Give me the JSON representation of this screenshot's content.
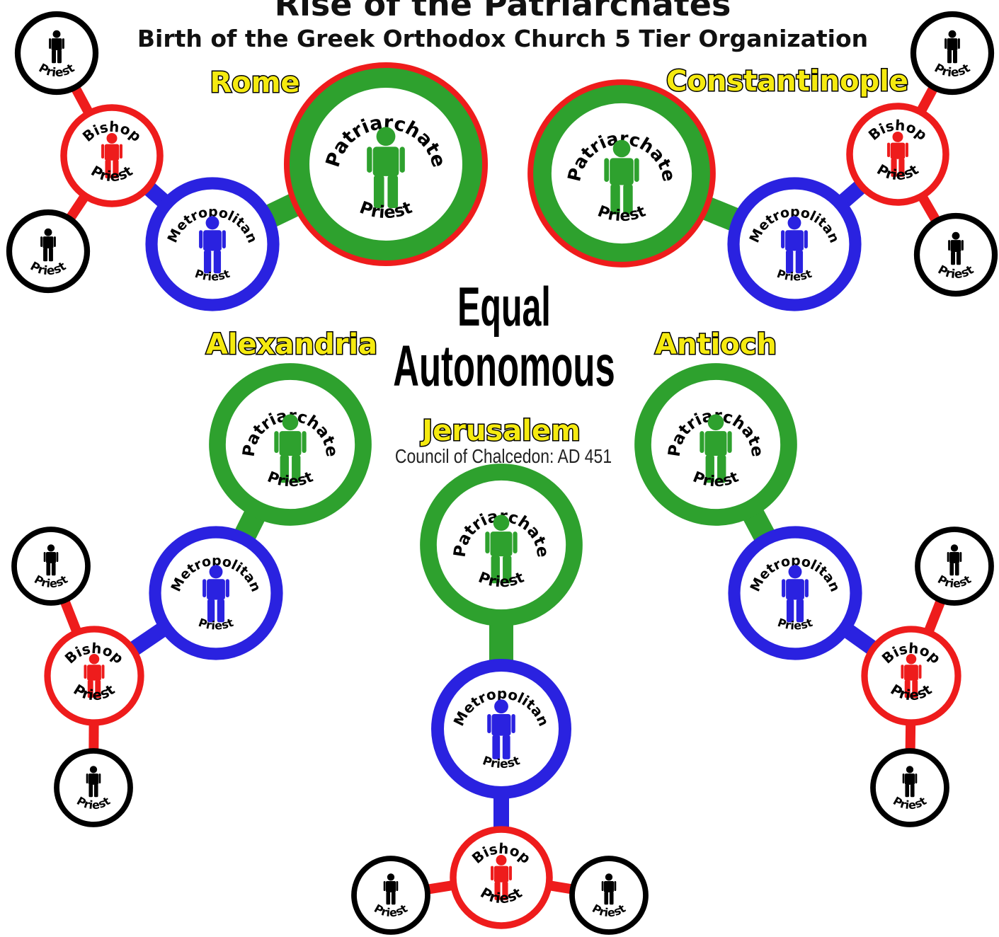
{
  "header": {
    "title": "Rise of the Patriarchates",
    "subtitle": "Birth of the Greek Orthodox Church 5 Tier Organization"
  },
  "center": {
    "line1": "Equal",
    "line2": "Autonomous",
    "council": "Council of Chalcedon: AD 451"
  },
  "roles": {
    "patriarchate": "Patriarchate",
    "metropolitan": "Metropolitan",
    "bishop": "Bishop",
    "priest": "Priest"
  },
  "colors": {
    "patriarchate": "#2ea12e",
    "metropolitan": "#2a22e0",
    "bishop": "#ee1c1c",
    "priest": "#000000",
    "label_fill": "#f5ea10"
  },
  "patriarchates": [
    {
      "id": "rome",
      "name": "Rome",
      "red_ring": true
    },
    {
      "id": "constantinople",
      "name": "Constantinople",
      "red_ring": true
    },
    {
      "id": "alexandria",
      "name": "Alexandria",
      "red_ring": false
    },
    {
      "id": "antioch",
      "name": "Antioch",
      "red_ring": false
    },
    {
      "id": "jerusalem",
      "name": "Jerusalem",
      "red_ring": false
    }
  ]
}
